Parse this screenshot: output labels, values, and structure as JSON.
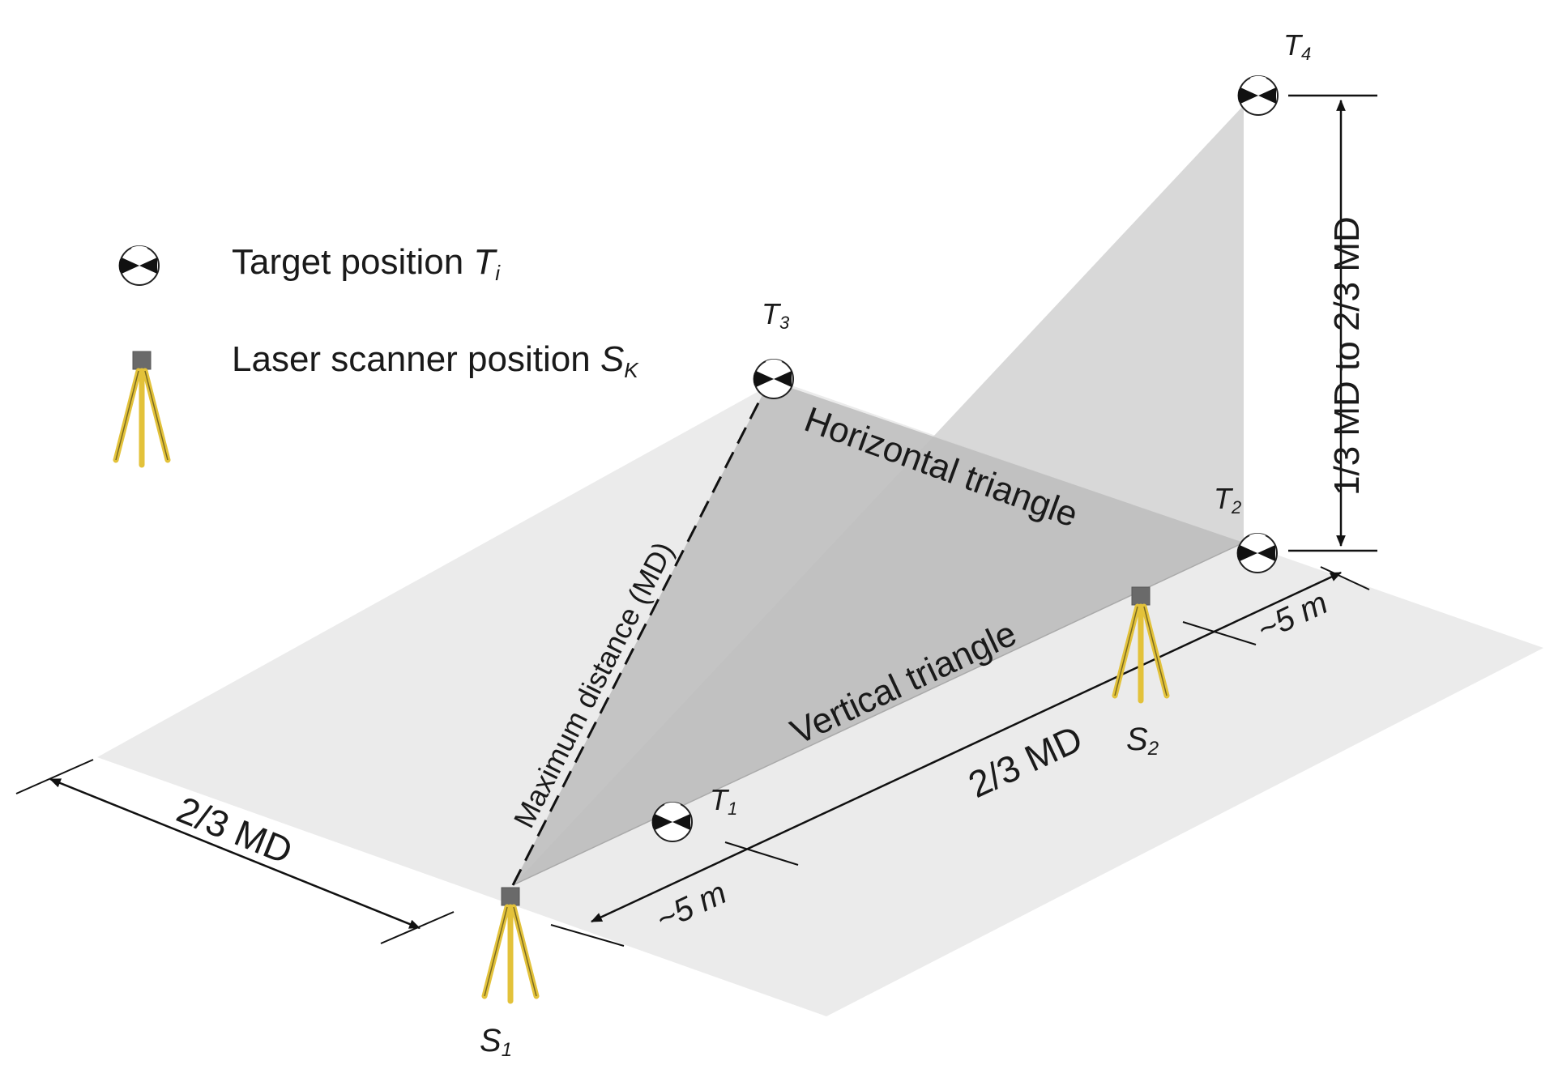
{
  "legend": {
    "target_label": "Target position ",
    "target_sym": "T",
    "target_sub": "i",
    "scanner_label": "Laser scanner position ",
    "scanner_sym": "S",
    "scanner_sub": "K"
  },
  "targets": {
    "t1": {
      "sym": "T",
      "sub": "1"
    },
    "t2": {
      "sym": "T",
      "sub": "2"
    },
    "t3": {
      "sym": "T",
      "sub": "3"
    },
    "t4": {
      "sym": "T",
      "sub": "4"
    }
  },
  "scanners": {
    "s1": {
      "sym": "S",
      "sub": "1"
    },
    "s2": {
      "sym": "S",
      "sub": "2"
    }
  },
  "labels": {
    "horizontal_triangle": "Horizontal triangle",
    "vertical_triangle": "Vertical triangle",
    "max_distance": "Maximum distance (MD)",
    "dim_left": "2/3 MD",
    "dim_front": "2/3 MD",
    "dim_5m_a": "~5 m",
    "dim_5m_b": "~5 m",
    "dim_vertical": "1/3 MD to 2/3 MD"
  },
  "colors": {
    "ground": "#ebebeb",
    "vertical_plane": "#d8d8d8",
    "horizontal_triangle": "#c2c2c2",
    "tripod": "#e3c23a",
    "scanner_head": "#6a6a6a"
  }
}
